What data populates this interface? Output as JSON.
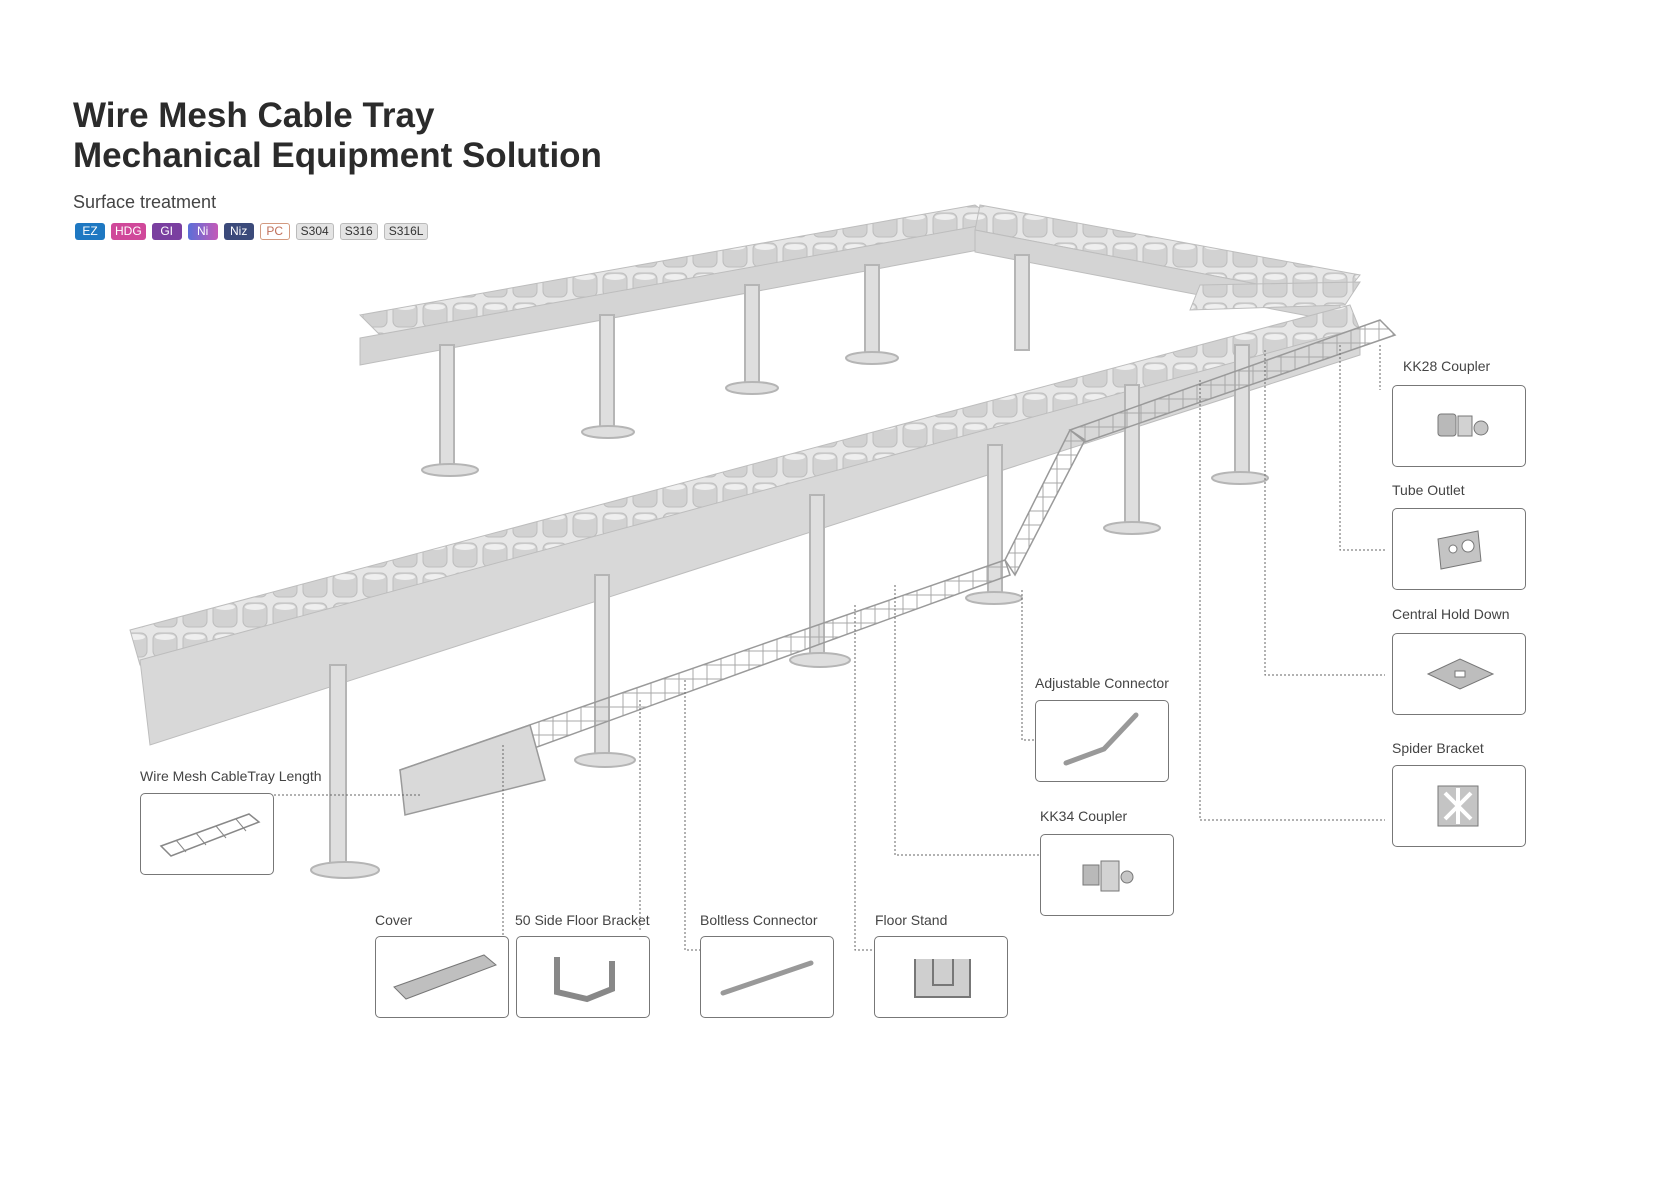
{
  "title_line1": "Wire Mesh Cable Tray",
  "title_line2": "Mechanical Equipment Solution",
  "surface_treatment_label": "Surface treatment",
  "finishes": [
    {
      "label": "EZ",
      "color": "#1e78c2"
    },
    {
      "label": "HDG",
      "color": "#d0489a"
    },
    {
      "label": "GI",
      "color": "#7a3fa0"
    },
    {
      "label": "Ni",
      "color": "#8a5fd0"
    },
    {
      "label": "Niz",
      "color": "#3b4a7a"
    },
    {
      "label": "PC",
      "color": "#ffffff"
    },
    {
      "label": "S304",
      "color": "#e4e4e4"
    },
    {
      "label": "S316",
      "color": "#e4e4e4"
    },
    {
      "label": "S316L",
      "color": "#e4e4e4"
    }
  ],
  "components": {
    "kk28_coupler": "KK28 Coupler",
    "tube_outlet": "Tube Outlet",
    "central_hold_down": "Central Hold Down",
    "spider_bracket": "Spider Bracket",
    "adjustable_connector": "Adjustable Connector",
    "kk34_coupler": "KK34 Coupler",
    "wire_mesh_length": "Wire Mesh CableTray Length",
    "cover": "Cover",
    "side_floor_bracket": "50 Side Floor Bracket",
    "boltless_connector": "Boltless Connector",
    "floor_stand": "Floor Stand"
  }
}
